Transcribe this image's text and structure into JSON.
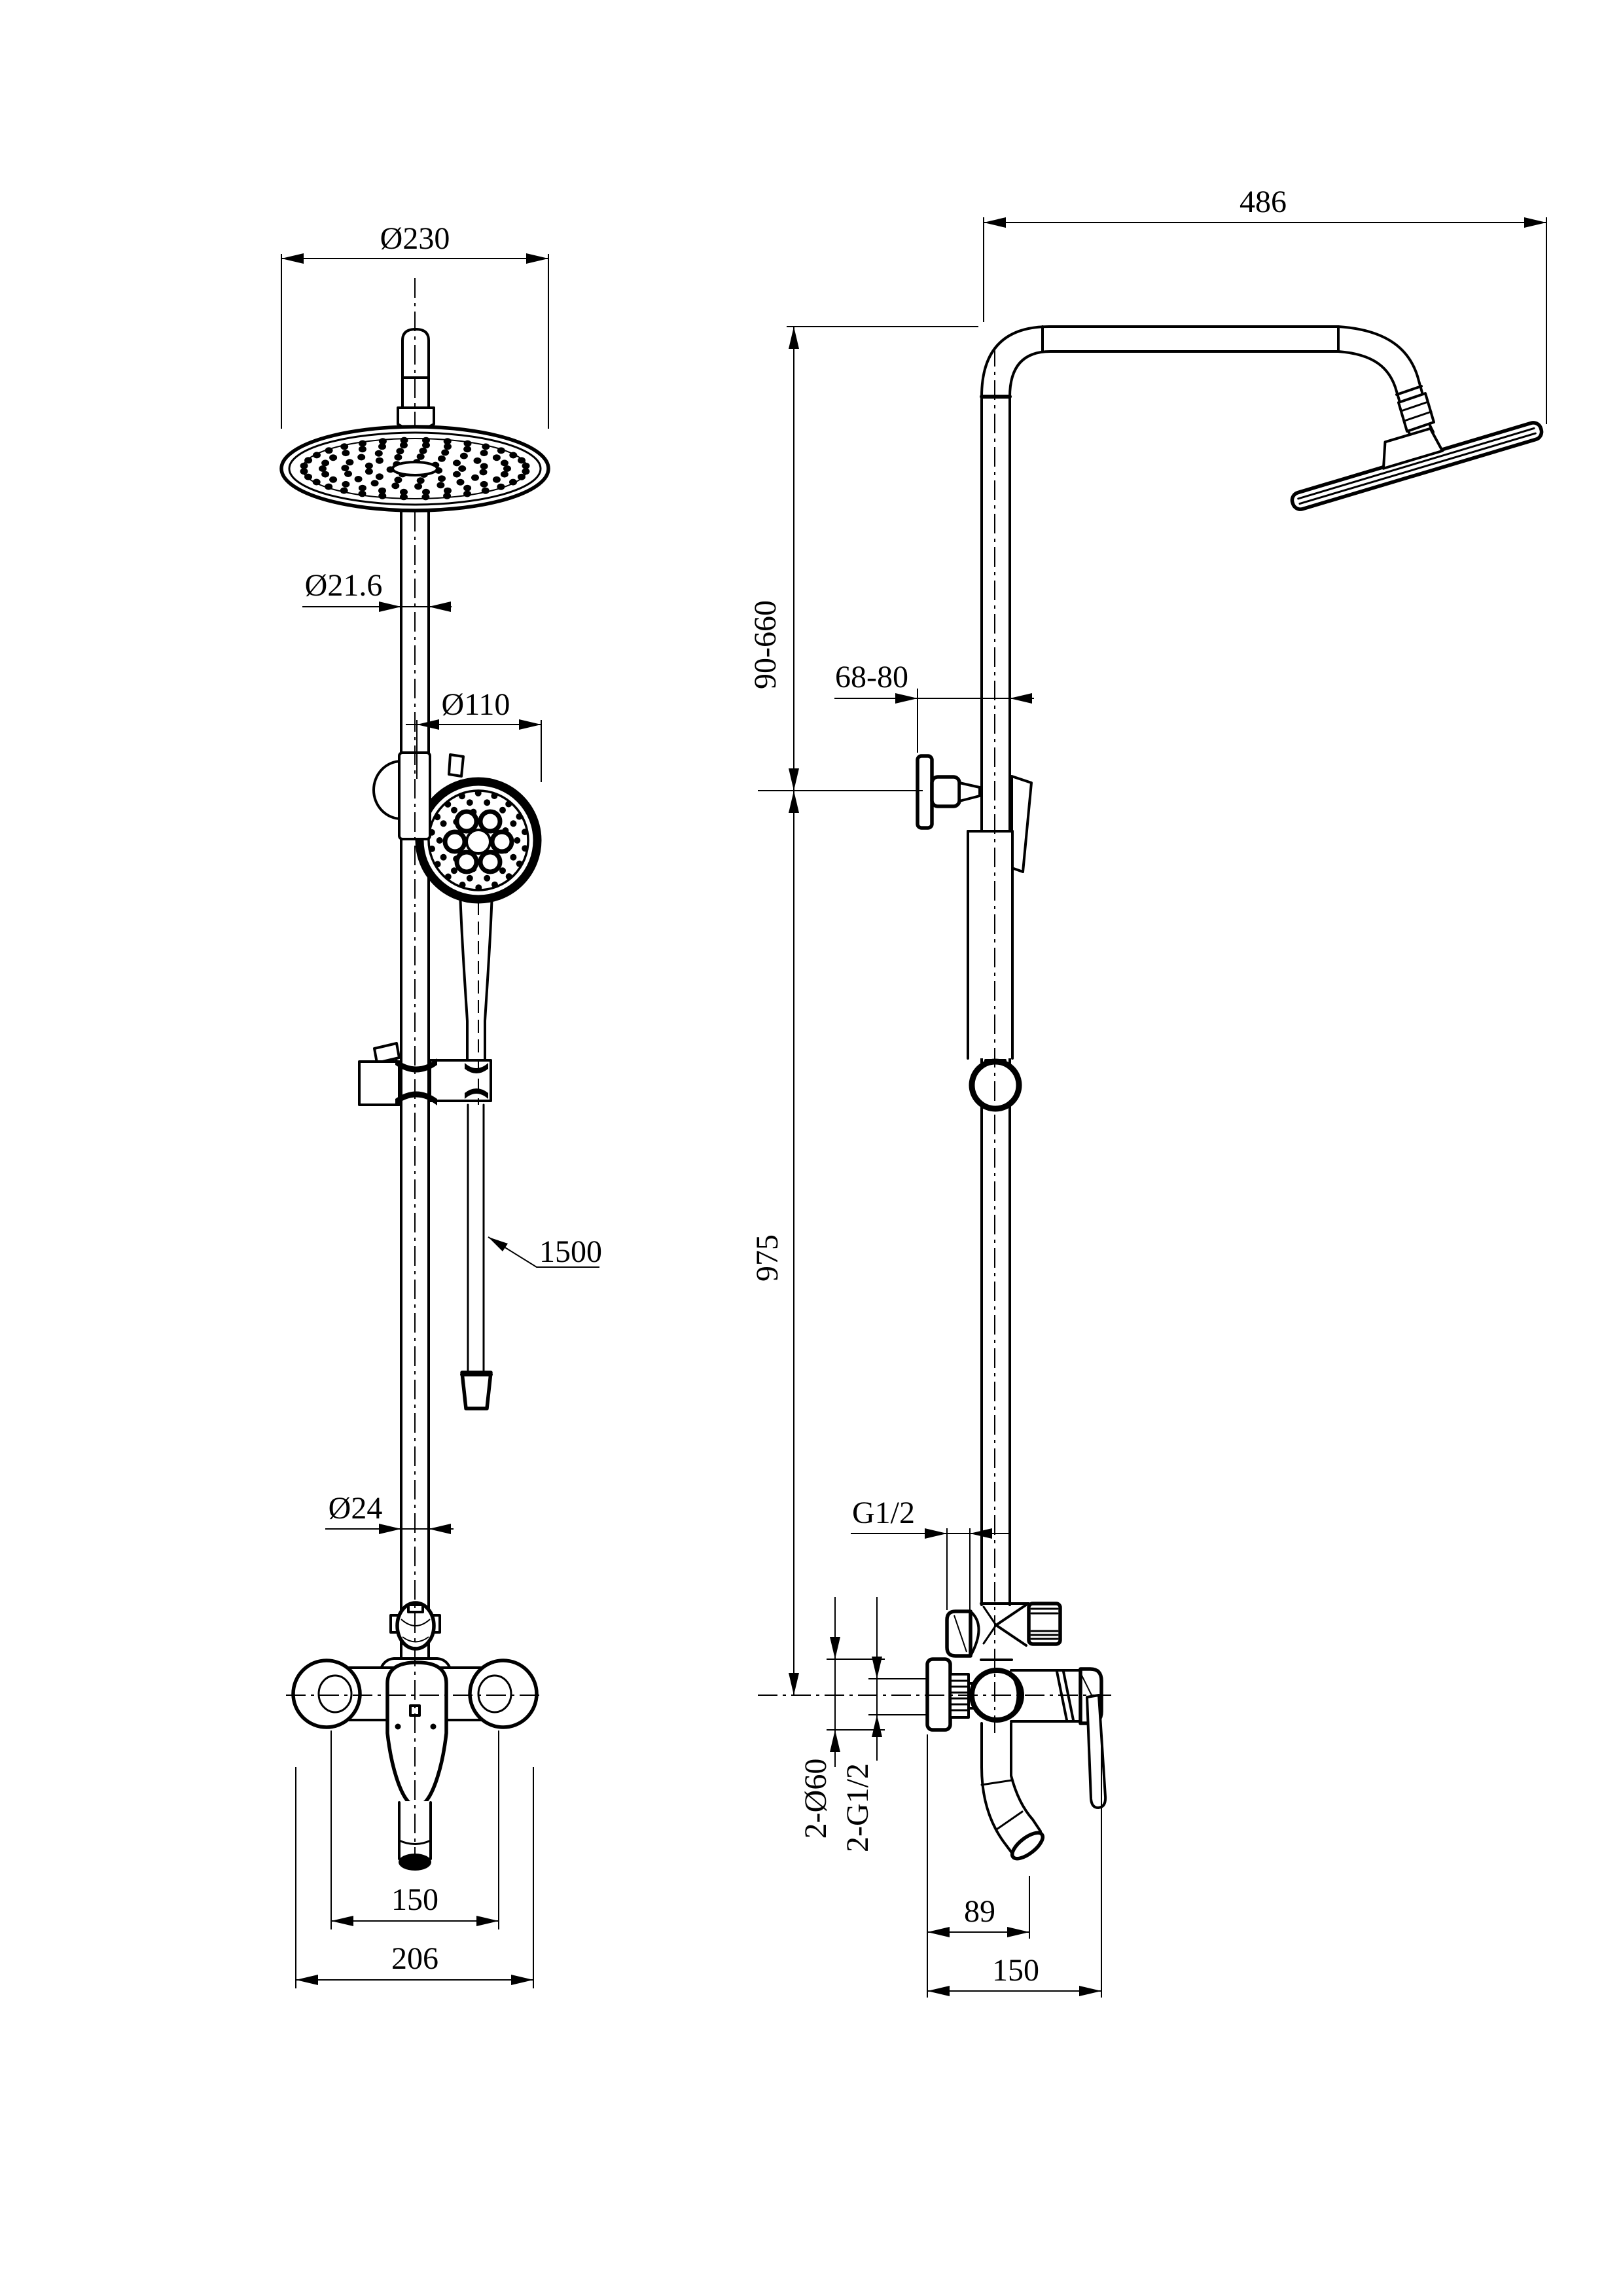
{
  "drawing": {
    "background_color": "#ffffff",
    "line_color": "#000000",
    "views": {
      "front": {
        "name": "front-view",
        "dims": {
          "head_diameter": "Ø230",
          "pipe_diameter": "Ø21.6",
          "hand_shower_diameter": "Ø110",
          "hose_length": "1500",
          "lower_pipe_diameter": "Ø24",
          "valve_center_distance": "150",
          "valve_overall_width": "206"
        }
      },
      "side": {
        "name": "side-view",
        "dims": {
          "arm_reach": "486",
          "head_height_range": "90-660",
          "bracket_offset_range": "68-80",
          "riser_height": "975",
          "inlet_thread": "G1/2",
          "flange_diameter": "2-Ø60",
          "connection_thread": "2-G1/2",
          "spout_reach": "89",
          "body_depth": "150"
        }
      }
    }
  }
}
